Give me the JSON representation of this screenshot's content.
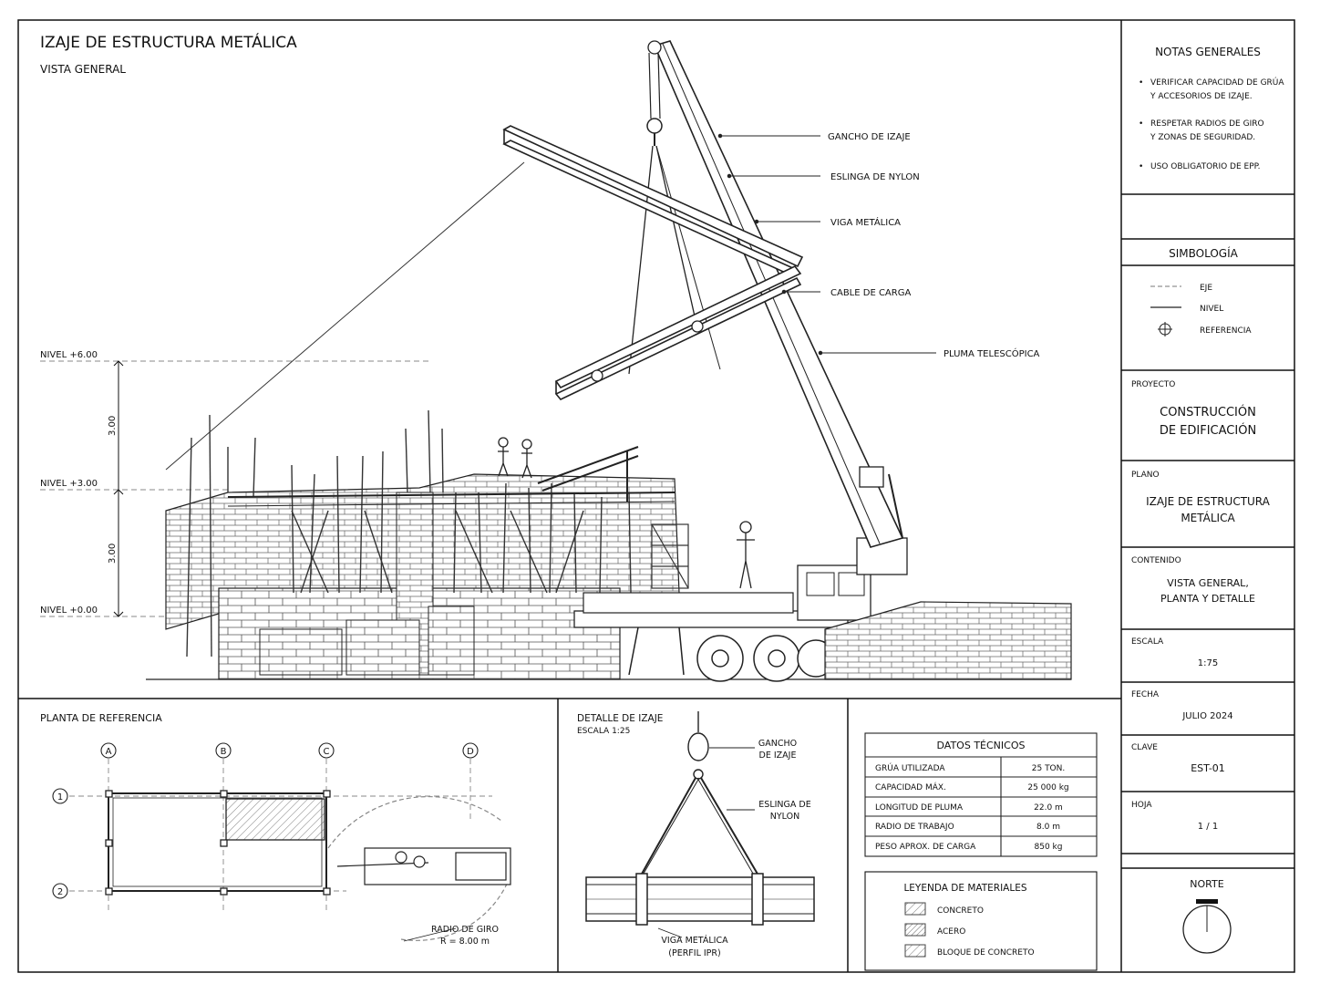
{
  "drawing": {
    "title": "IZAJE DE ESTRUCTURA METÁLICA",
    "subtitle": "VISTA GENERAL"
  },
  "levels": [
    {
      "label": "NIVEL +6.00"
    },
    {
      "label": "NIVEL +3.00"
    },
    {
      "label": "NIVEL +0.00"
    }
  ],
  "level_dims": [
    "3.00",
    "3.00"
  ],
  "callouts": [
    "GANCHO DE IZAJE",
    "ESLINGA DE NYLON",
    "VIGA METÁLICA",
    "CABLE DE CARGA",
    "PLUMA TELESCÓPICA"
  ],
  "notes": {
    "title": "NOTAS GENERALES",
    "items": [
      [
        "VERIFICAR CAPACIDAD DE GRÚA",
        "Y ACCESORIOS DE IZAJE."
      ],
      [
        "RESPETAR RADIOS DE GIRO",
        "Y ZONAS DE SEGURIDAD."
      ],
      [
        "USO OBLIGATORIO DE EPP."
      ]
    ]
  },
  "symbology": {
    "title": "SIMBOLOGÍA",
    "items": [
      "EJE",
      "NIVEL",
      "REFERENCIA"
    ]
  },
  "title_block": {
    "proyecto_label": "PROYECTO",
    "proyecto": [
      "CONSTRUCCIÓN",
      "DE EDIFICACIÓN"
    ],
    "plano_label": "PLANO",
    "plano": [
      "IZAJE DE ESTRUCTURA",
      "METÁLICA"
    ],
    "contenido_label": "CONTENIDO",
    "contenido": [
      "VISTA GENERAL,",
      "PLANTA Y DETALLE"
    ],
    "escala_label": "ESCALA",
    "escala": "1:75",
    "fecha_label": "FECHA",
    "fecha": "JULIO 2024",
    "clave_label": "CLAVE",
    "clave": "EST-01",
    "hoja_label": "HOJA",
    "hoja": "1 / 1",
    "norte": "NORTE"
  },
  "plan": {
    "title": "PLANTA DE REFERENCIA",
    "axes_cols": [
      "A",
      "B",
      "C",
      "D"
    ],
    "axes_rows": [
      "1",
      "2"
    ],
    "radius_label": [
      "RADIO DE GIRO",
      "R = 8.00 m"
    ]
  },
  "detail": {
    "title": "DETALLE DE IZAJE",
    "scale": "ESCALA 1:25",
    "hook": [
      "GANCHO",
      "DE IZAJE"
    ],
    "sling": [
      "ESLINGA DE",
      "NYLON"
    ],
    "beam": [
      "VIGA METÁLICA",
      "(PERFIL IPR)"
    ]
  },
  "tech": {
    "title": "DATOS TÉCNICOS",
    "rows": [
      [
        "GRÚA UTILIZADA",
        "25 TON."
      ],
      [
        "CAPACIDAD MÁX.",
        "25 000 kg"
      ],
      [
        "LONGITUD DE PLUMA",
        "22.0 m"
      ],
      [
        "RADIO DE TRABAJO",
        "8.0 m"
      ],
      [
        "PESO APROX. DE CARGA",
        "850 kg"
      ]
    ]
  },
  "legend": {
    "title": "LEYENDA DE MATERIALES",
    "items": [
      "CONCRETO",
      "ACERO",
      "BLOQUE DE CONCRETO"
    ]
  }
}
